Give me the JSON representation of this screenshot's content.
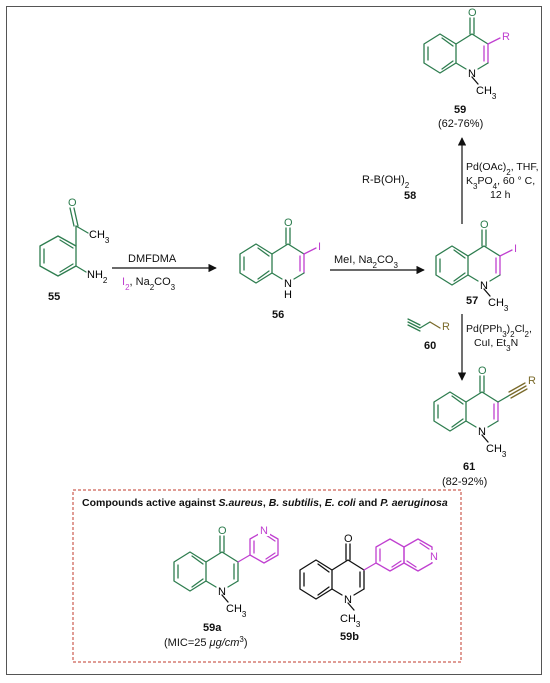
{
  "compounds": {
    "c55": {
      "label": "55",
      "methyl": "CH",
      "methyl_sub": "3",
      "amine": "NH",
      "amine_sub": "2"
    },
    "c56": {
      "label": "56",
      "oxygen": "O",
      "iodine": "I",
      "nitrogen": "N",
      "hydrogen": "H"
    },
    "c57": {
      "label": "57",
      "oxygen": "O",
      "iodine": "I",
      "nitrogen": "N",
      "methyl": "CH",
      "methyl_sub": "3"
    },
    "c59": {
      "label": "59",
      "yield": "(62-76%)",
      "oxygen": "O",
      "r_group": "R",
      "nitrogen": "N",
      "methyl": "CH",
      "methyl_sub": "3"
    },
    "c61": {
      "label": "61",
      "yield": "(82-92%)",
      "oxygen": "O",
      "r_group": "R",
      "nitrogen": "N",
      "methyl": "CH",
      "methyl_sub": "3"
    },
    "c59a": {
      "label": "59a",
      "note_pre": "(MIC=25 ",
      "note_unit": "μg/cm",
      "note_sup": "3",
      "note_post": ")",
      "oxygen": "O",
      "nitrogen": "N",
      "pyr_n": "N",
      "methyl": "CH",
      "methyl_sub": "3"
    },
    "c59b": {
      "label": "59b",
      "oxygen": "O",
      "nitrogen": "N",
      "quin_n": "N",
      "methyl": "CH",
      "methyl_sub": "3"
    }
  },
  "reagents": {
    "step1_top": "DMFDMA",
    "step1_i2": "I",
    "step1_i2_sub": "2",
    "step1_rest": ", Na",
    "step1_rest_sub": "2",
    "step1_rest_end": "CO",
    "step1_rest_sub2": "3",
    "step2_a": "MeI, Na",
    "step2_sub": "2",
    "step2_b": "CO",
    "step2_sub2": "3",
    "boronic": "R-B(OH)",
    "boronic_sub": "2",
    "boronic_label": "58",
    "suzuki_1a": "Pd(OAc)",
    "suzuki_1sub": "2",
    "suzuki_1b": ", THF,",
    "suzuki_2a": "K",
    "suzuki_2sub": "3",
    "suzuki_2b": "PO",
    "suzuki_2sub2": "4",
    "suzuki_2c": ", 60 ° C,",
    "suzuki_3": "12 h",
    "alkyne_r": "R",
    "alkyne_label": "60",
    "sono_1a": "Pd(PPh",
    "sono_1sub": "3",
    "sono_1b": ")",
    "sono_1sub2": "2",
    "sono_1c": "Cl",
    "sono_1sub3": "2",
    "sono_1d": ",",
    "sono_2a": "CuI, Et",
    "sono_2sub": "3",
    "sono_2b": "N"
  },
  "activity_box": {
    "title_pre": "Compounds active against ",
    "org1": "S.aureus",
    "sep1": ", ",
    "org2": "B. subtilis",
    "sep2": ", ",
    "org3": "E. coli",
    "sep3": " and ",
    "org4": "P. aeruginosa"
  },
  "colors": {
    "ring": "#2e7d4f",
    "new_group": "#c040d0",
    "alkyne_r": "#7a6a2a",
    "box_border": "#c0392b"
  }
}
